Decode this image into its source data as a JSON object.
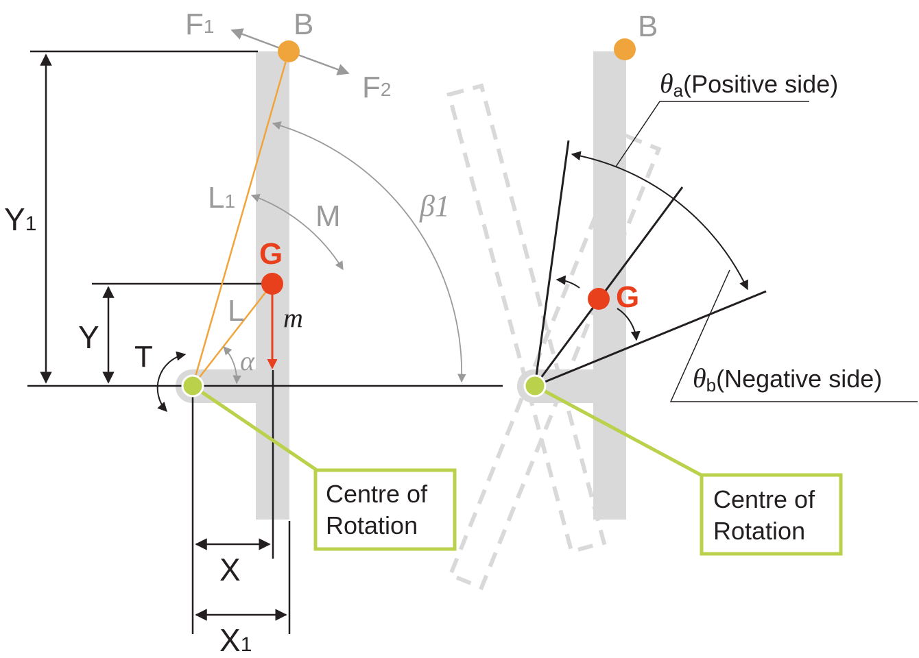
{
  "left": {
    "point_b": "B",
    "force_1": "F",
    "force_1_sub": "1",
    "force_2": "F",
    "force_2_sub": "2",
    "dim_y1": "Y",
    "dim_y1_sub": "1",
    "dim_y": "Y",
    "dim_x": "X",
    "dim_x1": "X",
    "dim_x1_sub": "1",
    "length_l1": "L",
    "length_l1_sub": "1",
    "length_l": "L",
    "moment_m": "M",
    "angle_beta": "β1",
    "angle_alpha": "α",
    "torque_t": "T",
    "gravity_point": "G",
    "mass": "m",
    "rotation_box_line1": "Centre of",
    "rotation_box_line2": "Rotation"
  },
  "right": {
    "point_b": "B",
    "gravity_point": "G",
    "theta_a_symbol": "θ",
    "theta_a_sub": "a",
    "theta_a_text": "(Positive side)",
    "theta_b_symbol": "θ",
    "theta_b_sub": "b",
    "theta_b_text": "(Negative side)",
    "rotation_box_line1": "Centre of",
    "rotation_box_line2": "Rotation"
  },
  "colors": {
    "arm_gray": "#d9d9d9",
    "orange": "#f0a53c",
    "red": "#e8401c",
    "green": "#b9d14b",
    "line_dark": "#231f20",
    "label_gray": "#9a9a9a"
  }
}
